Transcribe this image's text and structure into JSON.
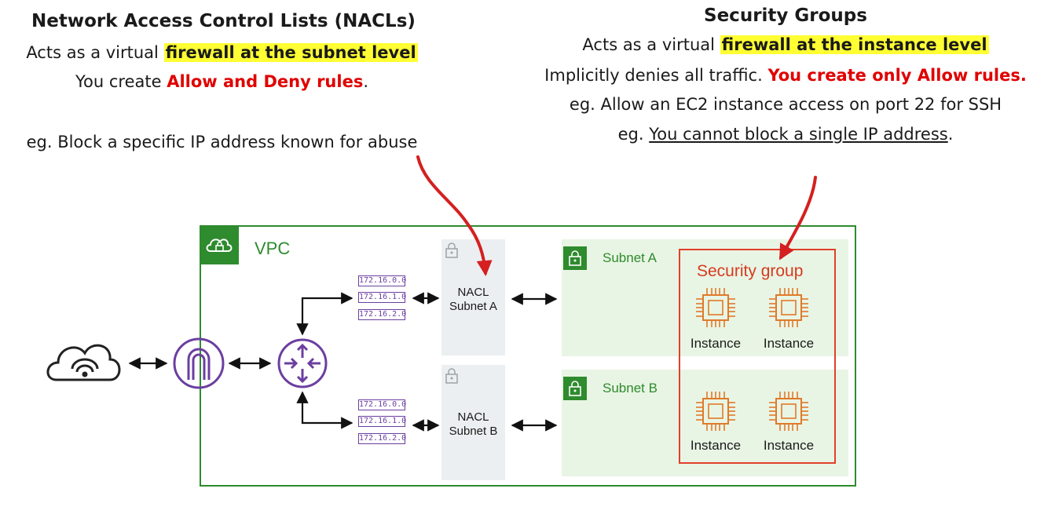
{
  "nacl": {
    "title": "Network Access Control Lists (NACLs)",
    "line1_pre": "Acts as a virtual ",
    "line1_hl": "firewall at the subnet level",
    "line2_pre": "You create ",
    "line2_red": "Allow and Deny rules",
    "line2_post": ".",
    "example": "eg. Block a specific IP address known for abuse"
  },
  "sg": {
    "title": "Security Groups",
    "line1_pre": "Acts as a virtual ",
    "line1_hl": "firewall at the instance level",
    "line2_pre": "Implicitly denies all traffic. ",
    "line2_red": "You create only Allow rules.",
    "line3": "eg. Allow an EC2 instance access on port 22 for SSH",
    "line4_pre": "eg. ",
    "line4_u": "You cannot block a single IP address",
    "line4_post": "."
  },
  "diagram": {
    "vpc_label": "VPC",
    "subnet_a": "Subnet A",
    "subnet_b": "Subnet B",
    "nacl_a_line1": "NACL",
    "nacl_a_line2": "Subnet A",
    "nacl_b_line1": "NACL",
    "nacl_b_line2": "Subnet B",
    "security_group": "Security group",
    "instance_label": "Instance",
    "route_table_a": [
      "172.16.0.0",
      "172.16.1.0",
      "172.16.2.0"
    ],
    "route_table_b": [
      "172.16.0.0",
      "172.16.1.0",
      "172.16.2.0"
    ]
  },
  "icons": {
    "internet": "internet-cloud-icon",
    "gateway": "internet-gateway-icon",
    "router": "router-icon",
    "lock": "lock-icon",
    "vpc": "vpc-cloud-lock-icon",
    "instance": "ec2-instance-chip-icon"
  },
  "colors": {
    "green": "#2e8b2e",
    "purple": "#6b3fa0",
    "orange": "#e07a2a",
    "red_text": "#e00000",
    "highlight": "#ffff33",
    "sg_border": "#e0402a"
  }
}
